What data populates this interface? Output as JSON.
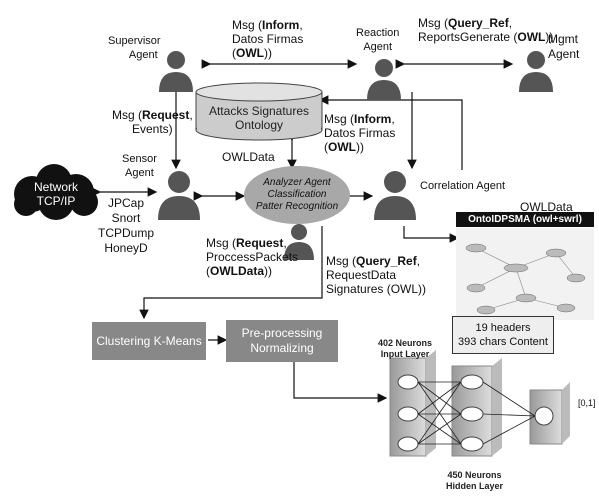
{
  "agents": {
    "supervisor": [
      "Supervisor",
      "Agent"
    ],
    "reaction": [
      "Reaction",
      "Agent"
    ],
    "mgmt": [
      "Mgmt",
      "Agent"
    ],
    "sensor": [
      "Sensor",
      "Agent"
    ],
    "correlation": "Correlation Agent"
  },
  "messages": {
    "inform_top": {
      "pre": "Msg (",
      "bold": "Inform",
      "post": ",",
      "line2": "Datos Firmas",
      "line3_pre": "(",
      "line3_bold": "OWL",
      "line3_post": "))"
    },
    "query_top": {
      "pre": "Msg (",
      "bold": "Query_Ref",
      "post": ",",
      "line2_pre": "ReportsGenerate (",
      "line2_bold": "OWL",
      "line2_post": "))"
    },
    "request_events": {
      "pre": "Msg (",
      "bold": "Request",
      "post": ",",
      "line2": "Events)"
    },
    "inform_mid": {
      "pre": "Msg (",
      "bold": "Inform",
      "post": ",",
      "line2": "Datos Firmas",
      "line3_pre": "(",
      "line3_bold": "OWL",
      "line3_post": "))"
    },
    "request_packets": {
      "pre": "Msg (",
      "bold": "Request",
      "post": ",",
      "line2": "ProccessPackets",
      "line3_pre": "(",
      "line3_bold": "OWLData",
      "line3_post": "))"
    },
    "query_bottom": {
      "pre": "Msg (",
      "bold": "Query_Ref",
      "post": ",",
      "line2": "RequestData",
      "line3": "Signatures (OWL))"
    }
  },
  "ontology": {
    "line1": "Attacks Signatures",
    "line2": "Ontology"
  },
  "owldata_left": "OWLData",
  "owldata_right": "OWLData",
  "analyzer": [
    "Analyzer Agent",
    "Classification",
    "Patter Recognition"
  ],
  "network": [
    "Network",
    "TCP/IP"
  ],
  "tools": [
    "JPCap",
    "Snort",
    "TCPDump",
    "HoneyD"
  ],
  "onto_title": "OntoIDPSMA (owl+swrl)",
  "clustering": "Clustering K-Means",
  "preprocessing": [
    "Pre-processing",
    "Normalizing"
  ],
  "headers_box": [
    "19 headers",
    "393 chars Content"
  ],
  "nn": {
    "input": [
      "402 Neurons",
      "Input Layer"
    ],
    "hidden": [
      "450 Neurons",
      "Hidden Layer"
    ],
    "output": "[0,1]"
  }
}
